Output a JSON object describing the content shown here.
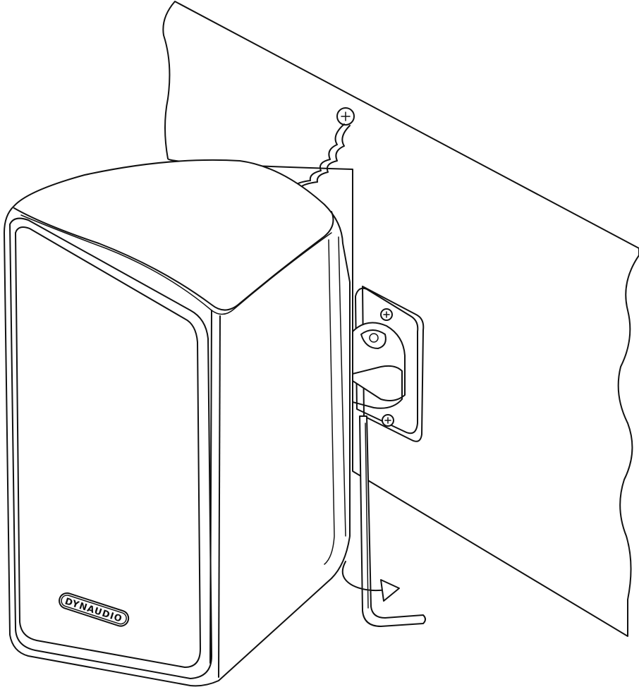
{
  "figure": {
    "brand_logo_text": "DYNAUDIO",
    "depicts": [
      "wall",
      "safety-wire",
      "speaker-cabinet",
      "wall-bracket",
      "hex-key",
      "rotation-arrow-icon"
    ]
  },
  "colors": {
    "line": "#111111",
    "background": "#ffffff"
  }
}
